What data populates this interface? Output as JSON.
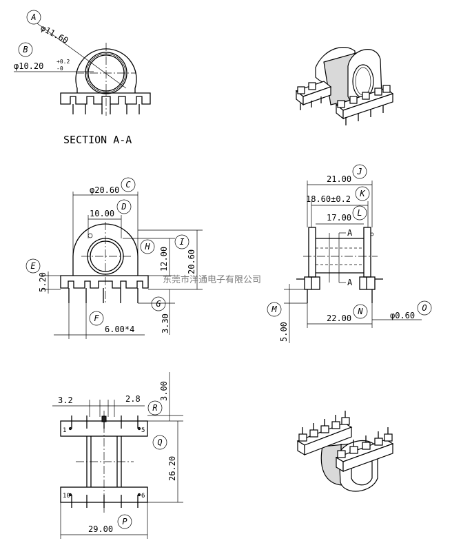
{
  "section_view": {
    "callout_a": "A",
    "callout_b": "B",
    "dim_a": "φ11.60",
    "dim_b": "φ10.20",
    "dim_b_tol_upper": "+0.2",
    "dim_b_tol_lower": "-0",
    "caption": "SECTION A-A"
  },
  "front_view": {
    "callout_c": "C",
    "callout_d": "D",
    "callout_e": "E",
    "callout_f": "F",
    "callout_g": "G",
    "callout_h": "H",
    "callout_i": "I",
    "dim_c": "φ20.60",
    "dim_d": "10.00",
    "dim_e": "5.20",
    "dim_f": "6.00*4",
    "dim_g": "3.30",
    "dim_h": "12.00",
    "dim_i": "20.60"
  },
  "side_view": {
    "callout_j": "J",
    "callout_k": "K",
    "callout_l": "L",
    "callout_m": "M",
    "callout_n": "N",
    "callout_o": "O",
    "dim_j": "21.00",
    "dim_k": "18.60±0.2",
    "dim_l": "17.00",
    "dim_m": "5.00",
    "dim_n": "22.00",
    "dim_o": "φ0.60",
    "section_mark_top": "A",
    "section_mark_bottom": "A"
  },
  "bottom_view": {
    "callout_p": "P",
    "callout_q": "Q",
    "callout_r": "R",
    "dim_p": "29.00",
    "dim_q": "26.20",
    "dim_r": "3.00",
    "dim_left": "3.2",
    "dim_right": "2.8",
    "pin_1": "1",
    "pin_5": "5",
    "pin_6": "6",
    "pin_10": "10"
  },
  "watermark": "东莞市洋通电子有限公司"
}
